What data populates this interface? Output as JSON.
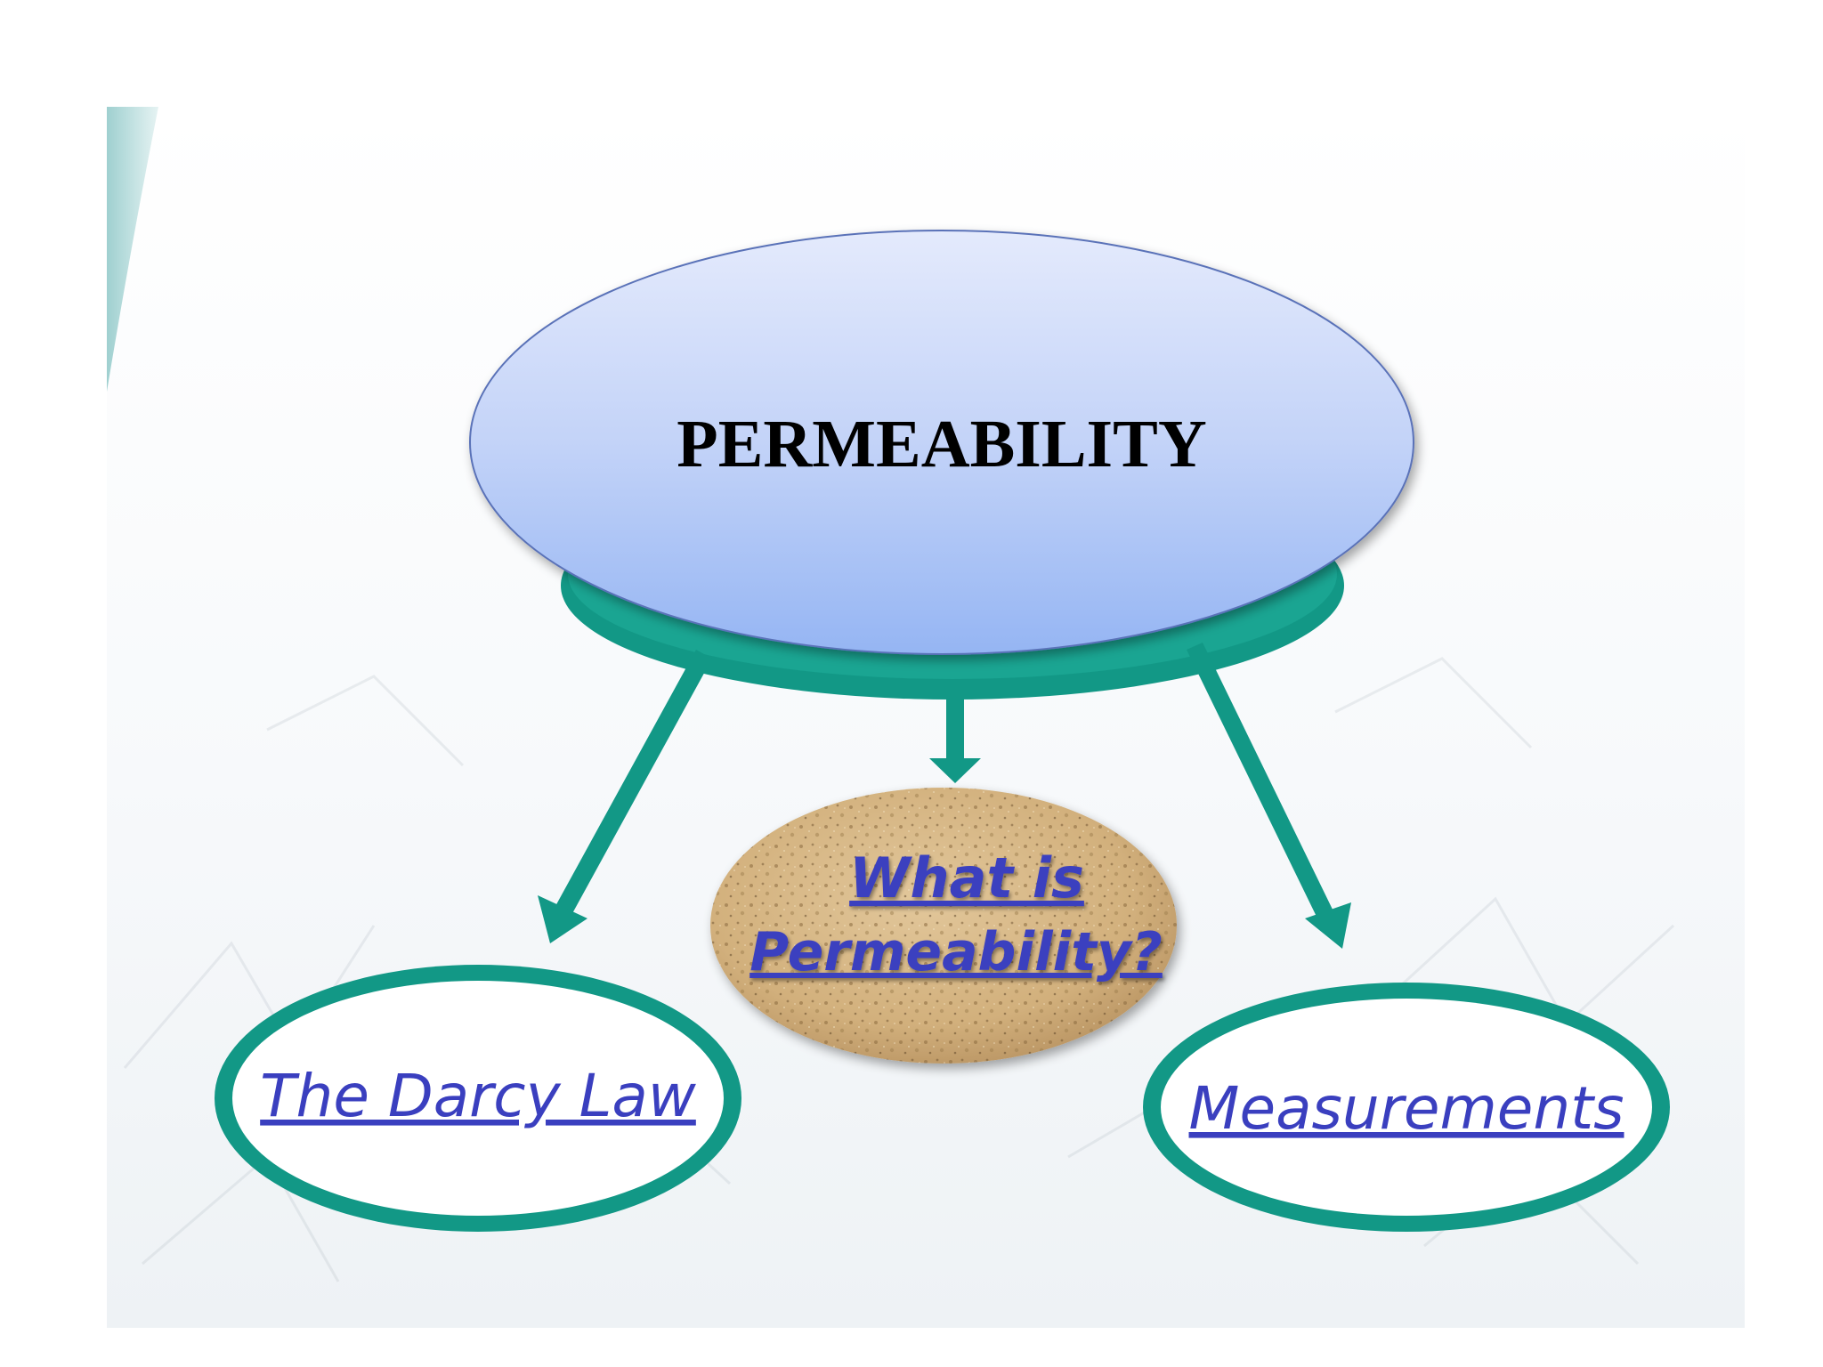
{
  "diagram": {
    "center": {
      "label": "PERMEABILITY"
    },
    "nodes": [
      {
        "id": "what_is",
        "lines": [
          "What is",
          "Permeability?"
        ],
        "kind": "link"
      },
      {
        "id": "darcy",
        "label": "The Darcy Law",
        "kind": "link"
      },
      {
        "id": "measurements",
        "label": "Measurements",
        "kind": "link"
      }
    ],
    "edges": [
      {
        "from": "center",
        "to": "darcy"
      },
      {
        "from": "center",
        "to": "what_is"
      },
      {
        "from": "center",
        "to": "measurements"
      }
    ]
  },
  "colors": {
    "ellipse_top": "#dfe6fb",
    "ellipse_bottom": "#9dbbf4",
    "ellipse_stroke": "#5a72b8",
    "teal": "#129886",
    "teal_dark": "#0b7c6f",
    "link_text": "#3a3fbf",
    "title_text": "#000000",
    "sand": "#d8b98a"
  }
}
